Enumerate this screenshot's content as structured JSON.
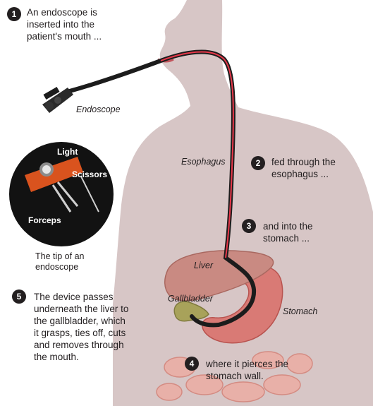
{
  "steps": [
    {
      "number": "1",
      "lines": [
        "An endoscope is",
        "inserted into the",
        "patient's mouth ..."
      ]
    },
    {
      "number": "2",
      "lines": [
        "fed through the",
        "esophagus ..."
      ]
    },
    {
      "number": "3",
      "lines": [
        "and into the",
        "stomach ..."
      ]
    },
    {
      "number": "4",
      "lines": [
        "where it pierces the",
        "stomach wall."
      ]
    },
    {
      "number": "5",
      "lines": [
        "The device passes",
        "underneath the liver to",
        "the gallbladder, which",
        "it grasps, ties off, cuts",
        "and removes through",
        "the mouth."
      ]
    }
  ],
  "labels": {
    "endoscope": "Endoscope",
    "esophagus": "Esophagus",
    "liver": "Liver",
    "gallbladder": "Gallbladder",
    "stomach": "Stomach"
  },
  "inset": {
    "light": "Light",
    "scissors": "Scissors",
    "forceps": "Forceps",
    "caption_lines": [
      "The tip of an",
      "endoscope"
    ]
  },
  "colors": {
    "body": "#d7c6c6",
    "liver": "#c98a82",
    "stomach": "#d97a75",
    "gallbladder": "#a8a25a",
    "intestine": "#e8b0a8",
    "tube": "#1c1c1c",
    "tube_highlight": "#e8384a"
  }
}
